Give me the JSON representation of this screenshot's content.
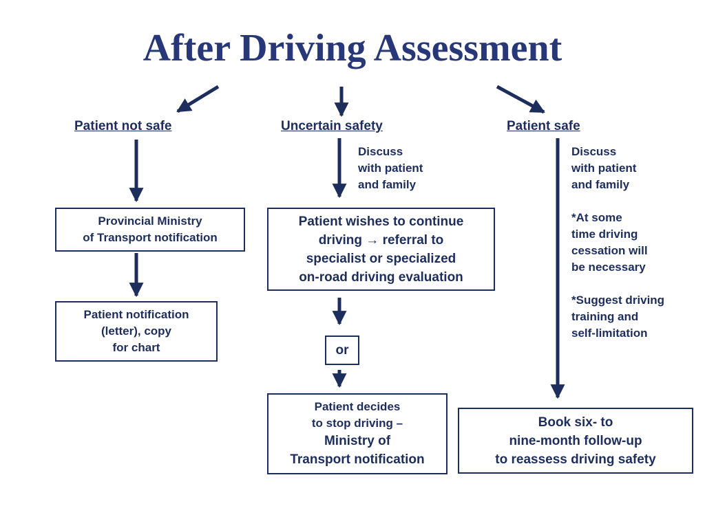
{
  "title": "After Driving Assessment",
  "colors": {
    "title": "#273777",
    "text": "#1d2d5c",
    "arrow": "#1d2d5c"
  },
  "columns": {
    "not_safe": {
      "heading": "Patient not safe",
      "box1": [
        "Provincial Ministry",
        "of Transport notification"
      ],
      "box2": [
        "Patient notification",
        "(letter), copy",
        "for chart"
      ]
    },
    "uncertain": {
      "heading": "Uncertain safety",
      "note": [
        "Discuss",
        "with patient",
        "and family"
      ],
      "box1": [
        "Patient wishes to continue",
        "driving → referral to",
        "specialist or specialized",
        "on-road driving evaluation"
      ],
      "or_label": "or",
      "box2": [
        "Patient decides",
        "to stop driving –",
        "Ministry of",
        "Transport notification"
      ]
    },
    "safe": {
      "heading": "Patient safe",
      "note": [
        "Discuss",
        "with patient",
        "and family",
        "",
        "*At some",
        "time driving",
        "cessation will",
        "be necessary",
        "",
        "*Suggest driving",
        "training and",
        "self-limitation"
      ],
      "box": [
        "Book six- to",
        "nine-month follow-up",
        "to reassess driving safety"
      ]
    }
  }
}
